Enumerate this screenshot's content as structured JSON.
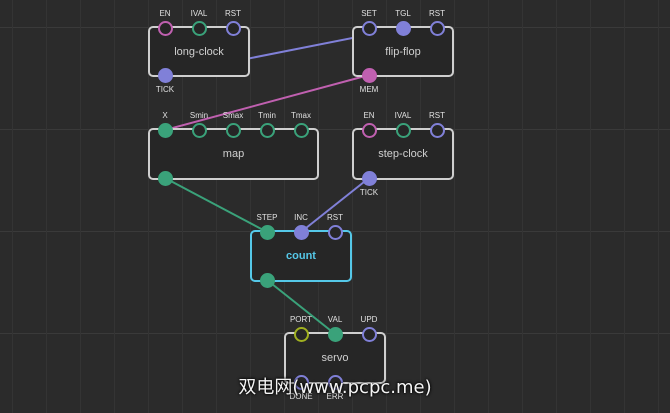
{
  "colors": {
    "pulse": "#8080d8",
    "number": "#3aa27a",
    "boolean": "#c060b0",
    "port": "#a0b020",
    "border": "#cfcfcf",
    "selected": "#55c8e8"
  },
  "nodes": [
    {
      "id": "long-clock",
      "title": "long-clock",
      "inputs": [
        {
          "label": "EN",
          "type": "boolean",
          "filled": false
        },
        {
          "label": "IVAL",
          "type": "number",
          "filled": false
        },
        {
          "label": "RST",
          "type": "pulse",
          "filled": false
        }
      ],
      "outputs": [
        {
          "label": "TICK",
          "type": "pulse",
          "filled": true
        }
      ]
    },
    {
      "id": "flip-flop",
      "title": "flip-flop",
      "inputs": [
        {
          "label": "SET",
          "type": "pulse",
          "filled": false
        },
        {
          "label": "TGL",
          "type": "pulse",
          "filled": true
        },
        {
          "label": "RST",
          "type": "pulse",
          "filled": false
        }
      ],
      "outputs": [
        {
          "label": "MEM",
          "type": "boolean",
          "filled": true
        }
      ]
    },
    {
      "id": "map",
      "title": "map",
      "inputs": [
        {
          "label": "X",
          "type": "number",
          "filled": true
        },
        {
          "label": "Smin",
          "type": "number",
          "filled": false
        },
        {
          "label": "Smax",
          "type": "number",
          "filled": false
        },
        {
          "label": "Tmin",
          "type": "number",
          "filled": false
        },
        {
          "label": "Tmax",
          "type": "number",
          "filled": false
        }
      ],
      "outputs": [
        {
          "label": "",
          "type": "number",
          "filled": true
        }
      ]
    },
    {
      "id": "step-clock",
      "title": "step-clock",
      "inputs": [
        {
          "label": "EN",
          "type": "boolean",
          "filled": false
        },
        {
          "label": "IVAL",
          "type": "number",
          "filled": false
        },
        {
          "label": "RST",
          "type": "pulse",
          "filled": false
        }
      ],
      "outputs": [
        {
          "label": "TICK",
          "type": "pulse",
          "filled": true
        }
      ]
    },
    {
      "id": "count",
      "title": "count",
      "selected": true,
      "inputs": [
        {
          "label": "STEP",
          "type": "number",
          "filled": true
        },
        {
          "label": "INC",
          "type": "pulse",
          "filled": true
        },
        {
          "label": "RST",
          "type": "pulse",
          "filled": false
        }
      ],
      "outputs": [
        {
          "label": "",
          "type": "number",
          "filled": true
        }
      ]
    },
    {
      "id": "servo",
      "title": "servo",
      "inputs": [
        {
          "label": "PORT",
          "type": "port",
          "filled": false
        },
        {
          "label": "VAL",
          "type": "number",
          "filled": true
        },
        {
          "label": "UPD",
          "type": "pulse",
          "filled": false
        }
      ],
      "outputs": [
        {
          "label": "DONE",
          "type": "pulse",
          "filled": false
        },
        {
          "label": "ERR",
          "type": "pulse",
          "filled": false
        }
      ]
    }
  ],
  "links": [
    {
      "from": "long-clock.out.0",
      "to": "flip-flop.in.1",
      "type": "pulse"
    },
    {
      "from": "flip-flop.out.0",
      "to": "map.in.0",
      "type": "boolean"
    },
    {
      "from": "map.out.0",
      "to": "count.in.0",
      "type": "number"
    },
    {
      "from": "step-clock.out.0",
      "to": "count.in.1",
      "type": "pulse"
    },
    {
      "from": "count.out.0",
      "to": "servo.in.1",
      "type": "number"
    }
  ],
  "watermark": "双电网(www.pcpc.me)"
}
